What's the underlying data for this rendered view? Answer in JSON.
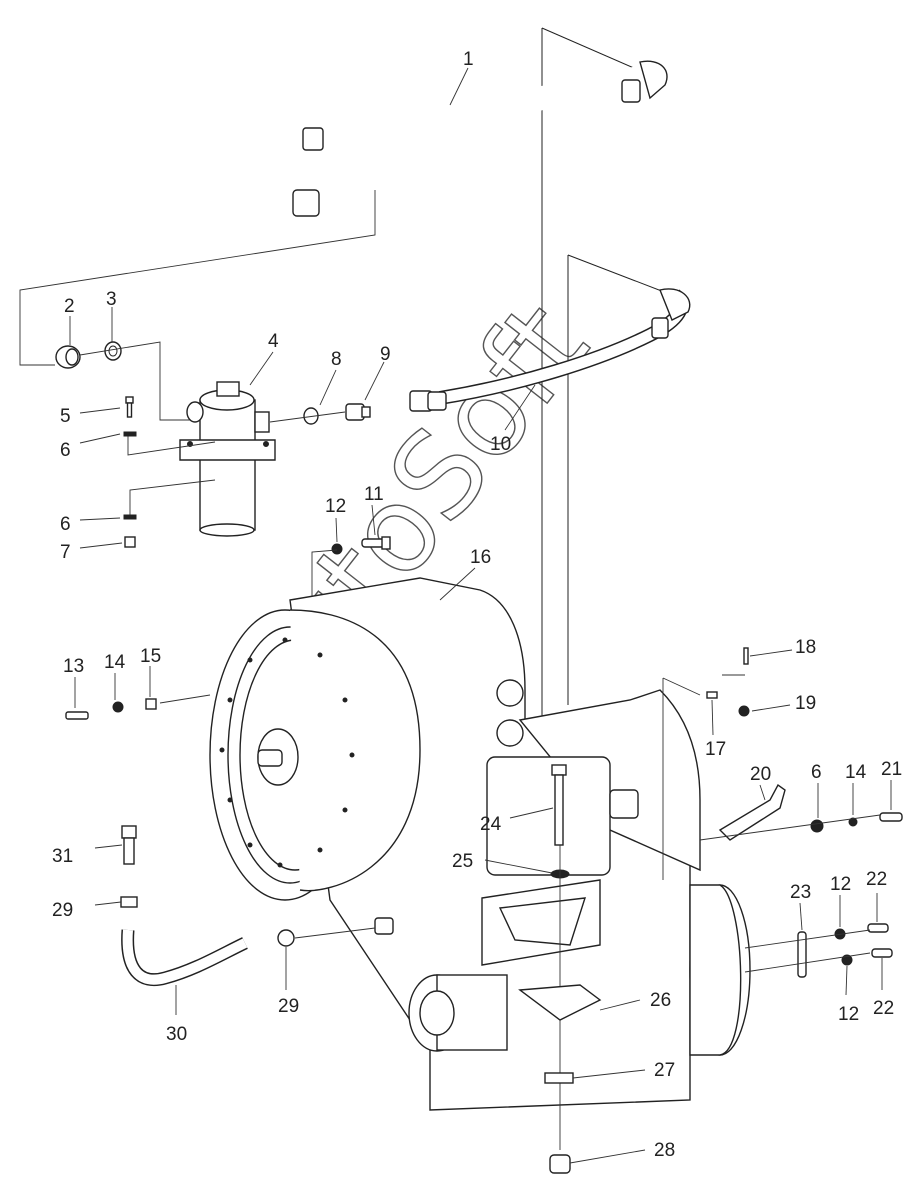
{
  "watermark": "AutoSoft",
  "callouts": {
    "c1": "1",
    "c2": "2",
    "c3": "3",
    "c4": "4",
    "c5": "5",
    "c6a": "6",
    "c6b": "6",
    "c6c": "6",
    "c7": "7",
    "c8": "8",
    "c9": "9",
    "c10": "10",
    "c11": "11",
    "c12a": "12",
    "c12b": "12",
    "c12c": "12",
    "c13": "13",
    "c14a": "14",
    "c14b": "14",
    "c15": "15",
    "c16": "16",
    "c17": "17",
    "c18": "18",
    "c19": "19",
    "c20": "20",
    "c21": "21",
    "c22a": "22",
    "c22b": "22",
    "c23": "23",
    "c24": "24",
    "c25": "25",
    "c26": "26",
    "c27": "27",
    "c28": "28",
    "c29a": "29",
    "c29b": "29",
    "c30": "30",
    "c31": "31"
  }
}
